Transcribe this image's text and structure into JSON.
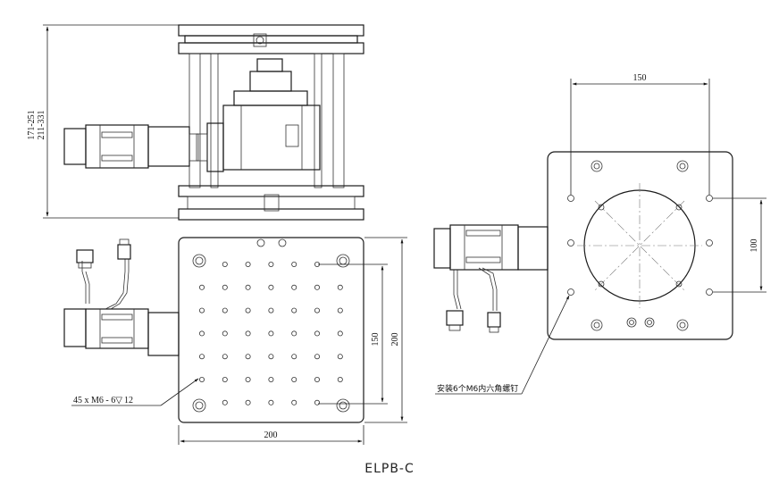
{
  "drawing": {
    "model": "ELPB-C",
    "front_view": {
      "height_label_line1": "171-251",
      "height_label_line2": "211-331"
    },
    "top_view": {
      "width_outer": "200",
      "height_outer": "200",
      "hole_pitch": "150",
      "hole_callout": "45 x  M6 - 6",
      "hole_depth_symbol": "▽",
      "hole_depth": "12"
    },
    "side_view": {
      "hole_spacing_h": "150",
      "hole_spacing_v": "100",
      "mount_note": "安装6个M6内六角螺钉"
    }
  }
}
